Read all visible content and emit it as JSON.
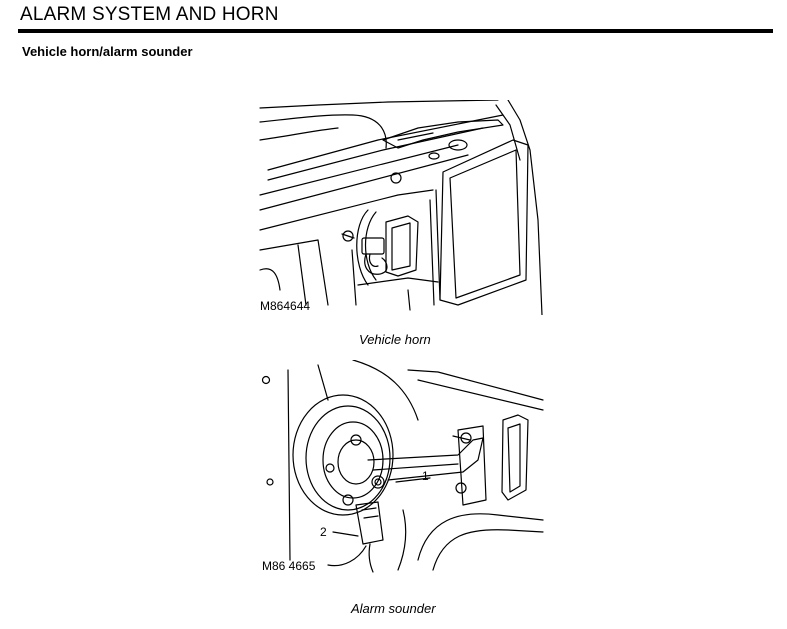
{
  "header": {
    "title": "ALARM SYSTEM AND HORN"
  },
  "section": {
    "title": "Vehicle horn/alarm sounder"
  },
  "figures": [
    {
      "ref_code": "M864644",
      "caption": "Vehicle horn"
    },
    {
      "ref_code": "M86 4665",
      "caption": "Alarm sounder",
      "callouts": [
        "1",
        "2"
      ]
    }
  ]
}
